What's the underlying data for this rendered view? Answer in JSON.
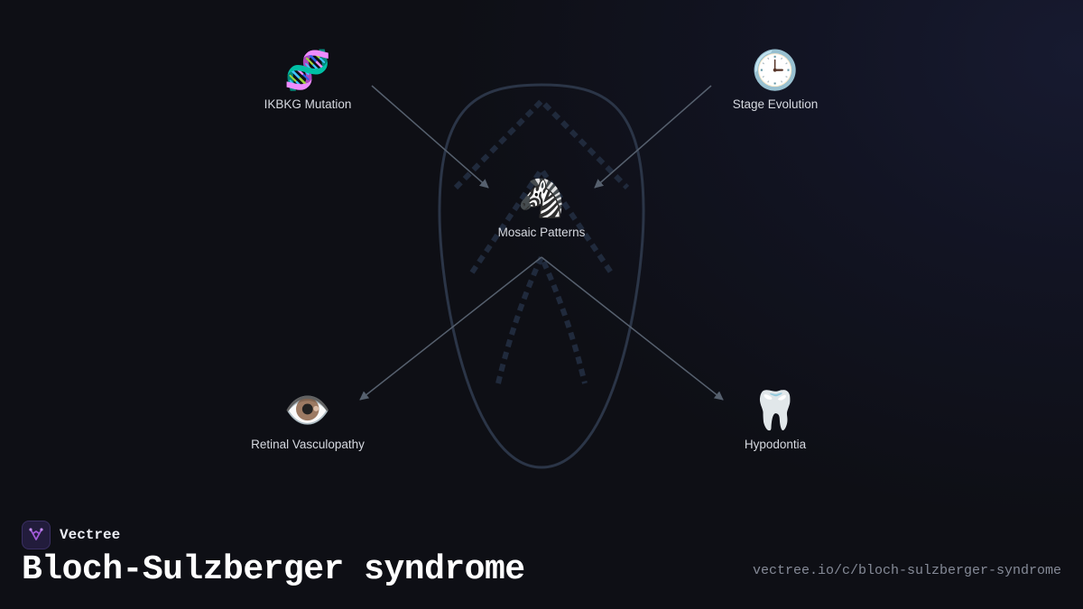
{
  "diagram": {
    "nodes": {
      "ikbkg": {
        "icon": "🧬",
        "icon_name": "dna-icon",
        "label": "IKBKG Mutation"
      },
      "stage": {
        "icon": "🕒",
        "icon_name": "clock-icon",
        "label": "Stage Evolution"
      },
      "mosaic": {
        "icon": "🦓",
        "icon_name": "zebra-icon",
        "label": "Mosaic Patterns"
      },
      "retinal": {
        "icon": "👁️",
        "icon_name": "eye-icon",
        "label": "Retinal Vasculopathy"
      },
      "hypodontia": {
        "icon": "🦷",
        "icon_name": "tooth-icon",
        "label": "Hypodontia"
      }
    },
    "colors": {
      "outline": "#2b3547",
      "dashes": "#202a3c",
      "arrows": "#56606e",
      "label": "#d6d9e0"
    }
  },
  "brand": {
    "name": "Vectree",
    "logo_icon": "vectree-logo-icon",
    "accent": "#a25ad8"
  },
  "page": {
    "title": "Bloch-Sulzberger syndrome",
    "url": "vectree.io/c/bloch-sulzberger-syndrome"
  }
}
